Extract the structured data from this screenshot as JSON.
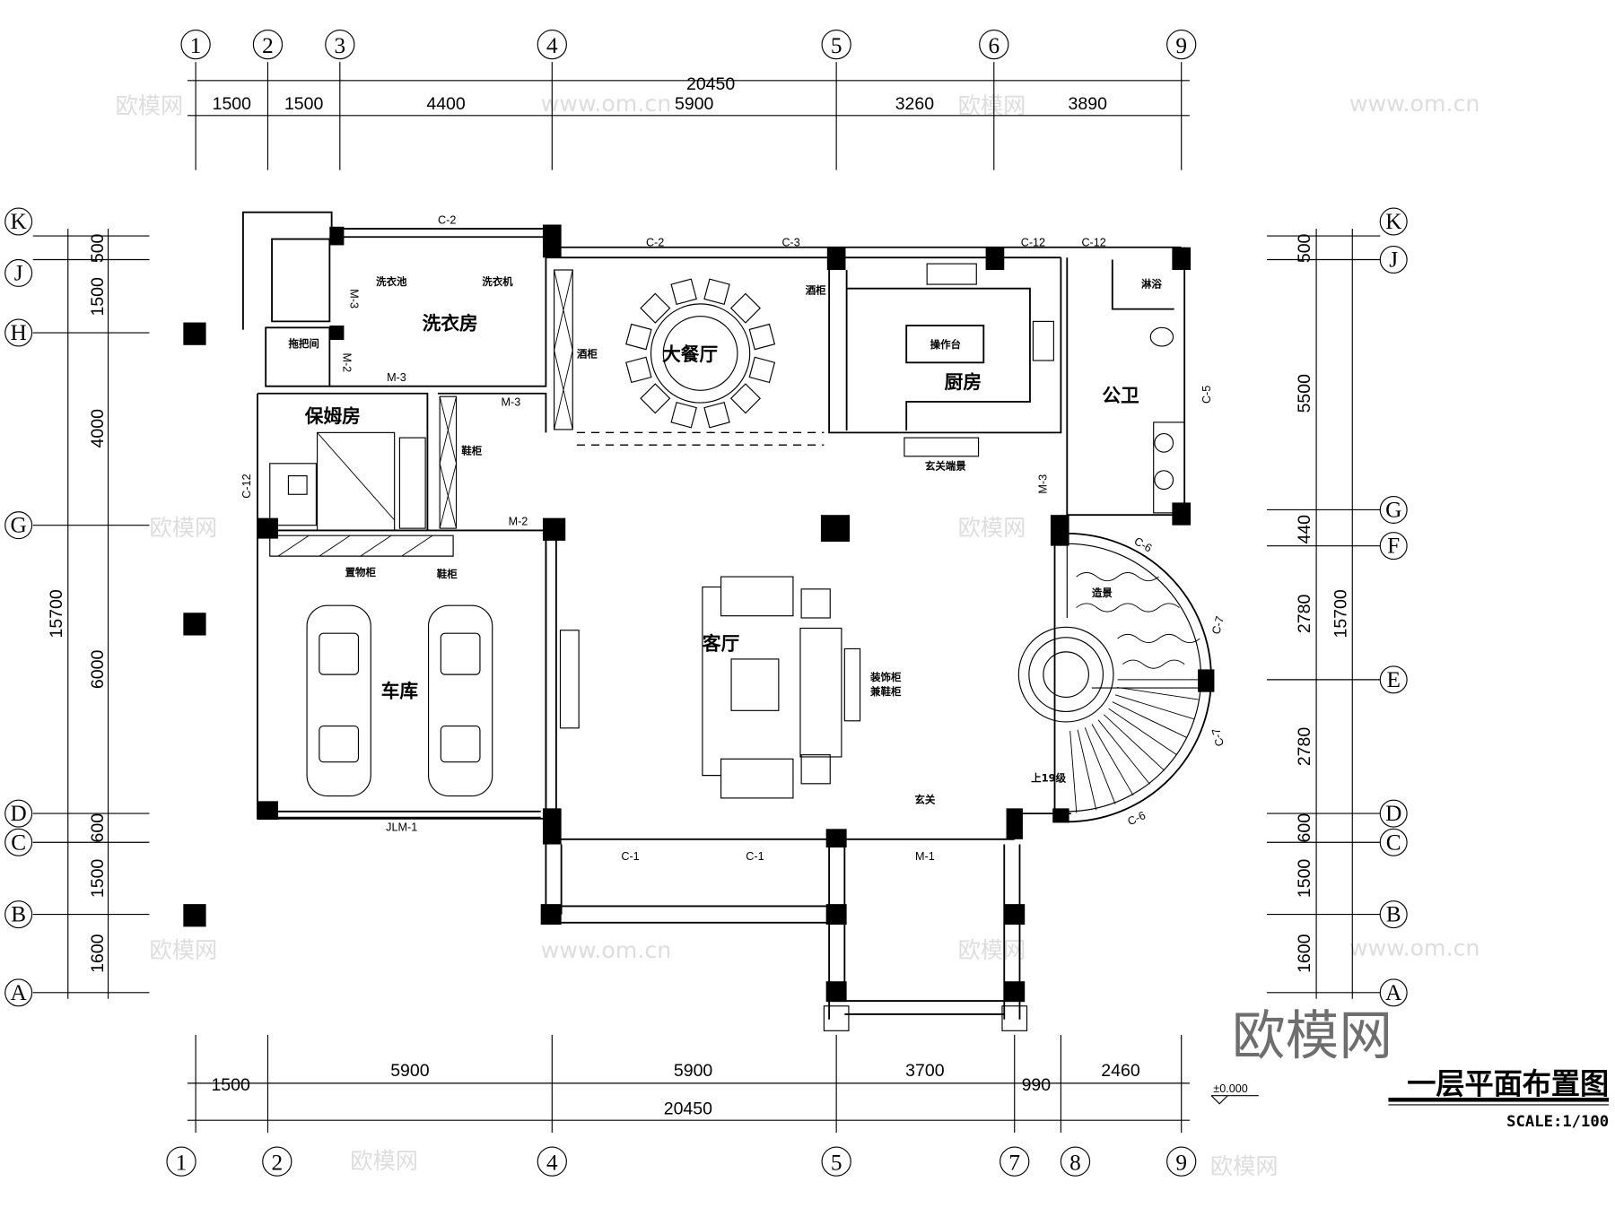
{
  "drawing": {
    "title": "一层平面布置图",
    "scale": "SCALE:1/100",
    "elevation": "±0.000",
    "watermark_logo": "欧模网",
    "watermark_url": "www.om.cn"
  },
  "axes": {
    "top": [
      "1",
      "2",
      "3",
      "4",
      "5",
      "6",
      "9"
    ],
    "bottom": [
      "1",
      "2",
      "4",
      "5",
      "7",
      "8",
      "9"
    ],
    "left": [
      "K",
      "J",
      "H",
      "G",
      "D",
      "C",
      "B",
      "A"
    ],
    "right": [
      "K",
      "J",
      "G",
      "F",
      "E",
      "D",
      "C",
      "B",
      "A"
    ]
  },
  "dimensions": {
    "top_total": "20450",
    "top_segments": [
      "1500",
      "1500",
      "4400",
      "5900",
      "3260",
      "3890"
    ],
    "bottom_total": "20450",
    "bottom_segments": [
      "1500",
      "5900",
      "5900",
      "3700",
      "990",
      "2460"
    ],
    "left_total": "15700",
    "left_segments": [
      "500",
      "1500",
      "4000",
      "6000",
      "600",
      "1500",
      "1600"
    ],
    "right_total": "15700",
    "right_segments": [
      "500",
      "5500",
      "440",
      "2780",
      "2780",
      "600",
      "1500",
      "1600"
    ]
  },
  "rooms": {
    "laundry": "洗衣房",
    "dining": "大餐厅",
    "kitchen": "厨房",
    "bathroom": "公卫",
    "nanny": "保姆房",
    "garage": "车库",
    "living": "客厅",
    "mop_room": "拖把间"
  },
  "fixtures": {
    "wash_basin": "洗衣池",
    "washer": "洗衣机",
    "wine_cabinet_1": "酒柜",
    "wine_cabinet_2": "酒柜",
    "island": "操作台",
    "shower": "淋浴",
    "shoe_cabinet_1": "鞋柜",
    "shoe_cabinet_2": "鞋柜",
    "storage_cabinet": "置物柜",
    "entry_feature": "玄关端景",
    "deco_cabinet_1": "装饰柜",
    "deco_cabinet_2": "兼鞋柜",
    "landscape": "造景",
    "stairs": "上19级",
    "foyer": "玄关"
  },
  "openings": {
    "c2a": "C-2",
    "c2b": "C-2",
    "c3": "C-3",
    "c12a": "C-12",
    "c12b": "C-12",
    "c5": "C-5",
    "m3a": "M-3",
    "m2a": "M-2",
    "m3b": "M-3",
    "m3c": "M-3",
    "c12c": "C-12",
    "m2b": "M-2",
    "m3d": "M-3",
    "c6a": "C-6",
    "c7a": "C-7",
    "c7b": "C-7",
    "c6b": "C-6",
    "jlm1": "JLM-1",
    "c1a": "C-1",
    "c1b": "C-1",
    "m1": "M-1"
  }
}
